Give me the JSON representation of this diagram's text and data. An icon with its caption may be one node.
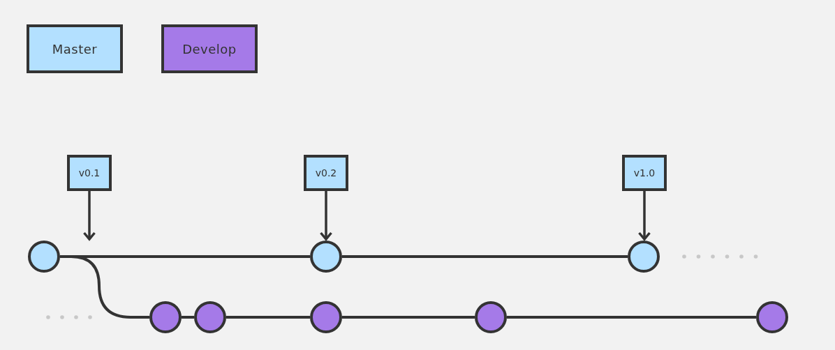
{
  "diagram": {
    "nodes": [
      {
        "text": [
          "v0.1"
        ]
      },
      {
        "text": [
          "v0.2"
        ]
      },
      {
        "text": [
          "v1.0"
        ]
      },
      {
        "text": [],
        "shape": "circle"
      },
      {
        "text": [],
        "shape": "circle"
      },
      {
        "text": [],
        "shape": "circle"
      },
      {
        "text": [],
        "shape": "circle"
      },
      {
        "text": [],
        "shape": "circle"
      },
      {
        "text": [],
        "shape": "circle"
      },
      {
        "text": [],
        "shape": "circle"
      },
      {
        "text": [],
        "shape": "circle"
      }
    ],
    "edges": [
      {
        "from": 0,
        "to": 3,
        "arrow": "to"
      },
      {
        "from": 1,
        "to": 4,
        "arrow": "to"
      },
      {
        "from": 2,
        "to": 5,
        "arrow": "to"
      },
      {
        "from": 3,
        "to": 4,
        "arrow": "none"
      },
      {
        "from": 4,
        "to": 5,
        "arrow": "none"
      },
      {
        "from": 3,
        "to": 6,
        "arrow": "none"
      },
      {
        "from": 6,
        "to": 7,
        "arrow": "none"
      },
      {
        "from": 7,
        "to": 8,
        "arrow": "none"
      },
      {
        "from": 8,
        "to": 9,
        "arrow": "none"
      },
      {
        "from": 9,
        "to": 10,
        "arrow": "none"
      }
    ],
    "legend": [
      {
        "text": "Master",
        "color": "#b3e0ff"
      },
      {
        "text": "Develop",
        "color": "#a57ae8"
      }
    ]
  }
}
